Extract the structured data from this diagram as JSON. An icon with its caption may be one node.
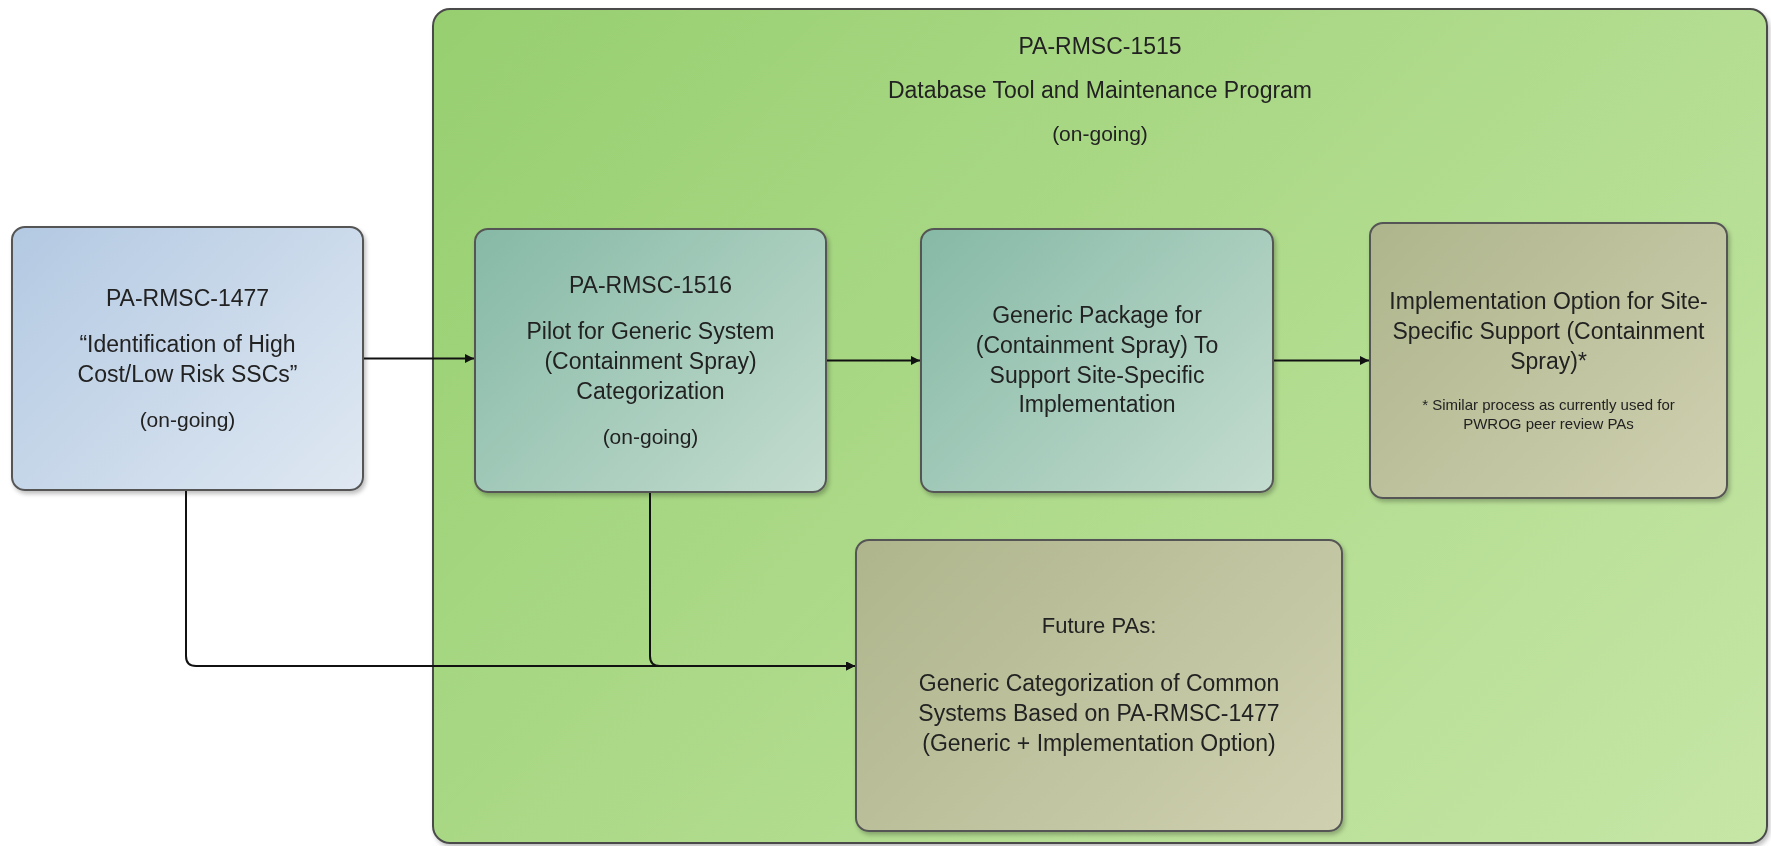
{
  "diagram": {
    "nodes": [
      {
        "text": [
          "PA-RMSC-1515",
          "Database Tool and Maintenance Program",
          "(on-going)"
        ]
      },
      {
        "text": [
          "PA-RMSC-1477",
          "“Identification of High Cost/Low Risk SSCs”",
          "(on-going)"
        ]
      },
      {
        "text": [
          "PA-RMSC-1516",
          "Pilot for Generic System (Containment Spray) Categorization",
          "(on-going)"
        ],
        "in": 0
      },
      {
        "text": [
          "Generic Package for (Containment Spray) To Support Site-Specific Implementation"
        ],
        "in": 0
      },
      {
        "text": [
          "Implementation Option for Site-Specific Support (Containment Spray)*",
          "* Similar process as currently used for PWROG peer review PAs"
        ],
        "in": 0
      },
      {
        "text": [
          "Future PAs:",
          "Generic Categorization of Common Systems Based on PA-RMSC-1477 (Generic + Implementation Option)"
        ],
        "in": 0
      }
    ],
    "edges": [
      {
        "from": 1,
        "to": 2,
        "arrow": "to"
      },
      {
        "from": 2,
        "to": 3,
        "arrow": "to"
      },
      {
        "from": 3,
        "to": 4,
        "arrow": "to"
      },
      {
        "from": 1,
        "to": 5,
        "arrow": "to"
      },
      {
        "from": 2,
        "to": 5,
        "arrow": "to"
      }
    ]
  }
}
